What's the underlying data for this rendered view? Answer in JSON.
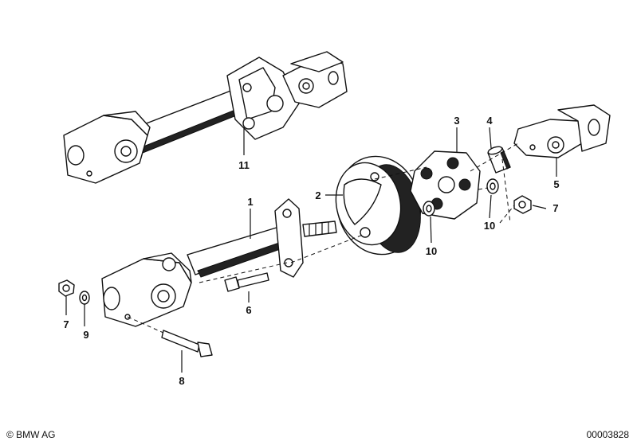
{
  "callouts": [
    "1",
    "2",
    "3",
    "4",
    "5",
    "6",
    "7",
    "7",
    "8",
    "9",
    "10",
    "10",
    "11"
  ],
  "footer": {
    "copyright": "© BMW AG",
    "document_number": "00003828"
  }
}
